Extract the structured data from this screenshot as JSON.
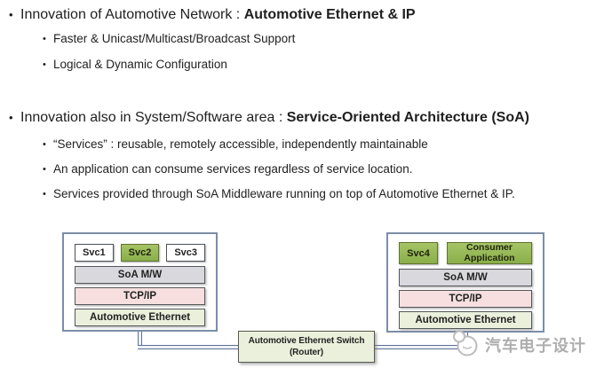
{
  "sections": [
    {
      "main": {
        "text": "Innovation of Automotive Network : ",
        "bold": "Automotive Ethernet & IP"
      },
      "subs": [
        "Faster & Unicast/Multicast/Broadcast Support",
        "Logical & Dynamic Configuration"
      ]
    },
    {
      "main": {
        "text": "Innovation also in System/Software area : ",
        "bold": "Service-Oriented Architecture (SoA)"
      },
      "subs": [
        "“Services” : reusable, remotely accessible, independently maintainable",
        "An application can consume services regardless of service location.",
        "Services provided through SoA Middleware running on top of Automotive Ethernet & IP."
      ]
    }
  ],
  "bullet_glyph": "•",
  "diagram": {
    "left_stack": {
      "services": [
        {
          "label": "Svc1",
          "style": "plain"
        },
        {
          "label": "Svc2",
          "style": "green"
        },
        {
          "label": "Svc3",
          "style": "plain"
        }
      ],
      "layers": [
        {
          "label": "SoA M/W",
          "style": "gray"
        },
        {
          "label": "TCP/IP",
          "style": "pink"
        },
        {
          "label": "Automotive Ethernet",
          "style": "lightgreen"
        }
      ]
    },
    "right_stack": {
      "services": [
        {
          "label": "Svc4",
          "style": "green"
        },
        {
          "label": "Consumer Application",
          "style": "green"
        }
      ],
      "layers": [
        {
          "label": "SoA M/W",
          "style": "gray"
        },
        {
          "label": "TCP/IP",
          "style": "pink"
        },
        {
          "label": "Automotive Ethernet",
          "style": "lightgreen"
        }
      ]
    },
    "switch": {
      "line1": "Automotive Ethernet Switch",
      "line2": "(Router)"
    },
    "colors": {
      "service_green": "#93b64f",
      "soa_mw_gray": "#d8d8dd",
      "tcpip_pink": "#f6dfde",
      "ethernet_lightgreen": "#eaf0db",
      "stack_border_blue": "#7b8ea8",
      "connector_blue": "#5e6f94"
    }
  },
  "watermark": {
    "text": "汽车电子设计"
  }
}
